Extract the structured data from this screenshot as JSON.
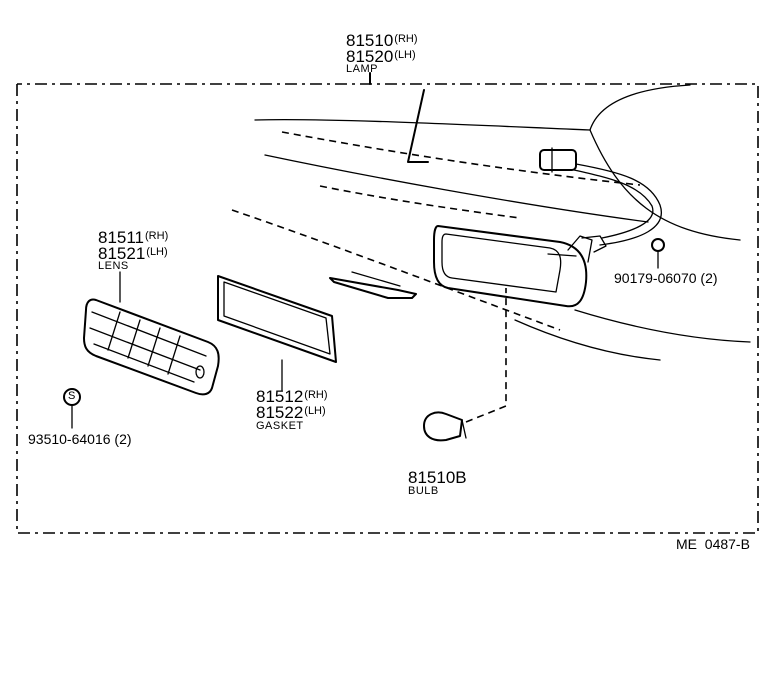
{
  "parts": {
    "lamp": {
      "rh": "81510",
      "rh_tag": "(RH)",
      "lh": "81520",
      "lh_tag": "(LH)",
      "name": "LAMP"
    },
    "lens": {
      "rh": "81511",
      "rh_tag": "(RH)",
      "lh": "81521",
      "lh_tag": "(LH)",
      "name": "LENS"
    },
    "gasket": {
      "rh": "81512",
      "rh_tag": "(RH)",
      "lh": "81522",
      "lh_tag": "(LH)",
      "name": "GASKET"
    },
    "bulb": {
      "number": "81510B",
      "name": "BULB"
    },
    "clip": {
      "number": "90179-06070",
      "qty": "(2)"
    },
    "screw": {
      "symbol": "S",
      "number": "93510-64016",
      "qty": "(2)"
    }
  },
  "diagram_code": "ME  0487-B"
}
